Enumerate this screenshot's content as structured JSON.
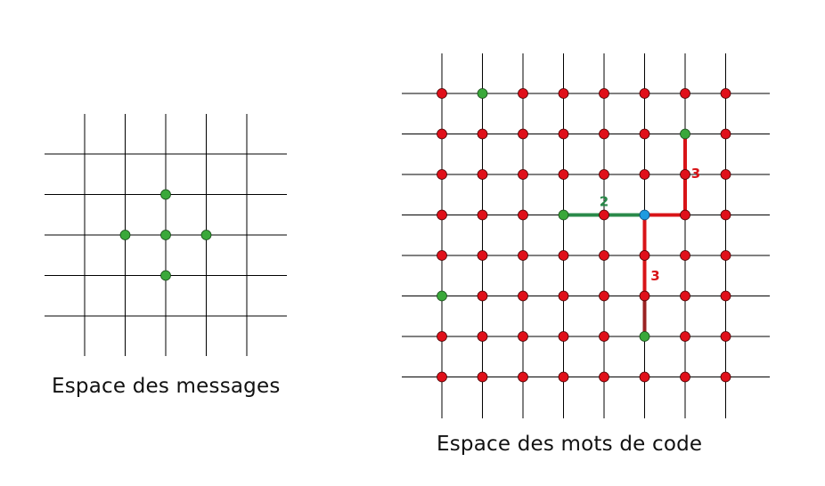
{
  "captions": {
    "message_space": "Espace des messages",
    "codeword_space": "Espace des mots de code"
  },
  "colors": {
    "grid_line": "#000000",
    "message_point": "#3aa83a",
    "codeword_point": "#e0101a",
    "received_point": "#1e9be0",
    "path_green": "#2a8a4a",
    "path_red": "#d81418",
    "path_dark_red": "#9a2222",
    "label_green": "#2a8a4a",
    "label_red": "#d81418"
  },
  "message_space": {
    "grid_columns": 5,
    "grid_rows": 5,
    "points": [
      {
        "col": 2,
        "row": 1,
        "kind": "message"
      },
      {
        "col": 1,
        "row": 2,
        "kind": "message"
      },
      {
        "col": 2,
        "row": 2,
        "kind": "message"
      },
      {
        "col": 3,
        "row": 2,
        "kind": "message"
      },
      {
        "col": 2,
        "row": 3,
        "kind": "message"
      }
    ]
  },
  "codeword_space": {
    "grid_columns": 8,
    "grid_rows": 8,
    "default_kind": "codeword",
    "special_points": [
      {
        "col": 1,
        "row": 0,
        "kind": "message"
      },
      {
        "col": 6,
        "row": 1,
        "kind": "message"
      },
      {
        "col": 3,
        "row": 3,
        "kind": "message"
      },
      {
        "col": 5,
        "row": 3,
        "kind": "received"
      },
      {
        "col": 0,
        "row": 5,
        "kind": "message"
      },
      {
        "col": 5,
        "row": 6,
        "kind": "message"
      }
    ],
    "paths": [
      {
        "name": "path-to-left",
        "color_key": "path_green",
        "points": [
          [
            5,
            3
          ],
          [
            3,
            3
          ]
        ],
        "distance_label": "2",
        "label_color_key": "label_green"
      },
      {
        "name": "path-to-top-right",
        "color_key": "path_red",
        "points": [
          [
            5,
            3
          ],
          [
            6,
            3
          ],
          [
            6,
            1
          ]
        ],
        "distance_label": "3",
        "label_color_key": "label_red"
      },
      {
        "name": "path-to-bottom",
        "color_key": "path_red",
        "points": [
          [
            5,
            3
          ],
          [
            5,
            6
          ]
        ],
        "distance_label": "3",
        "label_color_key": "label_red"
      }
    ]
  }
}
